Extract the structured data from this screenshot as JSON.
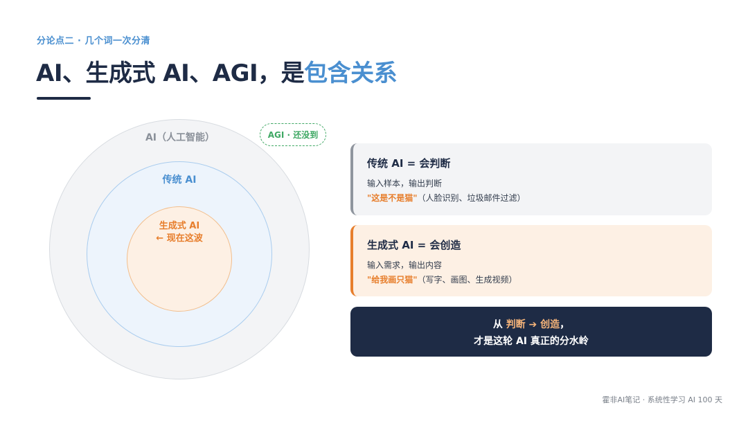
{
  "header": {
    "eyebrow": "分论点二 · 几个词一次分清",
    "title_main": "AI、生成式 AI、AGI，是",
    "title_accent": "包含关系"
  },
  "diagram": {
    "outer_label": "AI（人工智能）",
    "middle_label": "传统 AI",
    "inner_label": "生成式 AI",
    "inner_sublabel": "← 现在这波",
    "agi_badge": "AGI · 还没到"
  },
  "cards": {
    "traditional": {
      "heading": "传统 AI = 会判断",
      "line1": "输入样本，输出判断",
      "quote": "\"这是不是猫\"",
      "examples": "（人脸识别、垃圾邮件过滤）"
    },
    "generative": {
      "heading": "生成式 AI = 会创造",
      "line1": "输入需求，输出内容",
      "quote": "\"给我画只猫\"",
      "examples": "（写字、画图、生成视频）"
    }
  },
  "conclusion": {
    "prefix": "从 ",
    "highlight": "判断 ➔ 创造",
    "suffix": "，",
    "line2": "才是这轮 AI 真正的分水岭"
  },
  "footer": "霍非AI笔记 · 系统性学习 AI 100 天",
  "colors": {
    "navy": "#1e2b45",
    "blue": "#4a8fd0",
    "orange": "#e77e2c",
    "green": "#3fa864",
    "gray": "#8a9099"
  }
}
